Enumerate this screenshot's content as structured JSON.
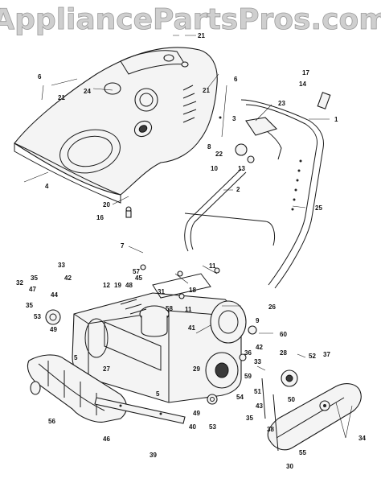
{
  "watermark": "AppliancePartsPros.com",
  "colors": {
    "line": "#1a1a1a",
    "watermark_fill": "#cfcfcf",
    "background": "#ffffff"
  },
  "callouts": [
    {
      "id": "c21a",
      "text": "21"
    },
    {
      "id": "c6a",
      "text": "6"
    },
    {
      "id": "c21b",
      "text": "21"
    },
    {
      "id": "c24",
      "text": "24"
    },
    {
      "id": "c6b",
      "text": "6"
    },
    {
      "id": "c21c",
      "text": "21"
    },
    {
      "id": "c17",
      "text": "17"
    },
    {
      "id": "c14",
      "text": "14"
    },
    {
      "id": "c23",
      "text": "23"
    },
    {
      "id": "c3",
      "text": "3"
    },
    {
      "id": "c1",
      "text": "1"
    },
    {
      "id": "c8",
      "text": "8"
    },
    {
      "id": "c22",
      "text": "22"
    },
    {
      "id": "c10",
      "text": "10"
    },
    {
      "id": "c13",
      "text": "13"
    },
    {
      "id": "c4",
      "text": "4"
    },
    {
      "id": "c2",
      "text": "2"
    },
    {
      "id": "c20",
      "text": "20"
    },
    {
      "id": "c16",
      "text": "16"
    },
    {
      "id": "c25",
      "text": "25"
    },
    {
      "id": "c7",
      "text": "7"
    },
    {
      "id": "c11a",
      "text": "11"
    },
    {
      "id": "c33a",
      "text": "33"
    },
    {
      "id": "c57",
      "text": "57"
    },
    {
      "id": "c42a",
      "text": "42"
    },
    {
      "id": "c45",
      "text": "45"
    },
    {
      "id": "c32",
      "text": "32"
    },
    {
      "id": "c35a",
      "text": "35"
    },
    {
      "id": "c47",
      "text": "47"
    },
    {
      "id": "c44",
      "text": "44"
    },
    {
      "id": "c12",
      "text": "12"
    },
    {
      "id": "c19",
      "text": "19"
    },
    {
      "id": "c48",
      "text": "48"
    },
    {
      "id": "c18",
      "text": "18"
    },
    {
      "id": "c31",
      "text": "31"
    },
    {
      "id": "c35b",
      "text": "35"
    },
    {
      "id": "c53a",
      "text": "53"
    },
    {
      "id": "c49a",
      "text": "49"
    },
    {
      "id": "c58",
      "text": "58"
    },
    {
      "id": "c11b",
      "text": "11"
    },
    {
      "id": "c26",
      "text": "26"
    },
    {
      "id": "c9",
      "text": "9"
    },
    {
      "id": "c41",
      "text": "41"
    },
    {
      "id": "c60",
      "text": "60"
    },
    {
      "id": "c5a",
      "text": "5"
    },
    {
      "id": "c36",
      "text": "36"
    },
    {
      "id": "c42b",
      "text": "42"
    },
    {
      "id": "c28",
      "text": "28"
    },
    {
      "id": "c52",
      "text": "52"
    },
    {
      "id": "c37",
      "text": "37"
    },
    {
      "id": "c27",
      "text": "27"
    },
    {
      "id": "c29",
      "text": "29"
    },
    {
      "id": "c33b",
      "text": "33"
    },
    {
      "id": "c59",
      "text": "59"
    },
    {
      "id": "c5b",
      "text": "5"
    },
    {
      "id": "c54",
      "text": "54"
    },
    {
      "id": "c51",
      "text": "51"
    },
    {
      "id": "c43",
      "text": "43"
    },
    {
      "id": "c50",
      "text": "50"
    },
    {
      "id": "c49b",
      "text": "49"
    },
    {
      "id": "c35c",
      "text": "35"
    },
    {
      "id": "c56",
      "text": "56"
    },
    {
      "id": "c53b",
      "text": "53"
    },
    {
      "id": "c40",
      "text": "40"
    },
    {
      "id": "c38",
      "text": "38"
    },
    {
      "id": "c46",
      "text": "46"
    },
    {
      "id": "c34",
      "text": "34"
    },
    {
      "id": "c39",
      "text": "39"
    },
    {
      "id": "c55",
      "text": "55"
    },
    {
      "id": "c30",
      "text": "30"
    }
  ]
}
